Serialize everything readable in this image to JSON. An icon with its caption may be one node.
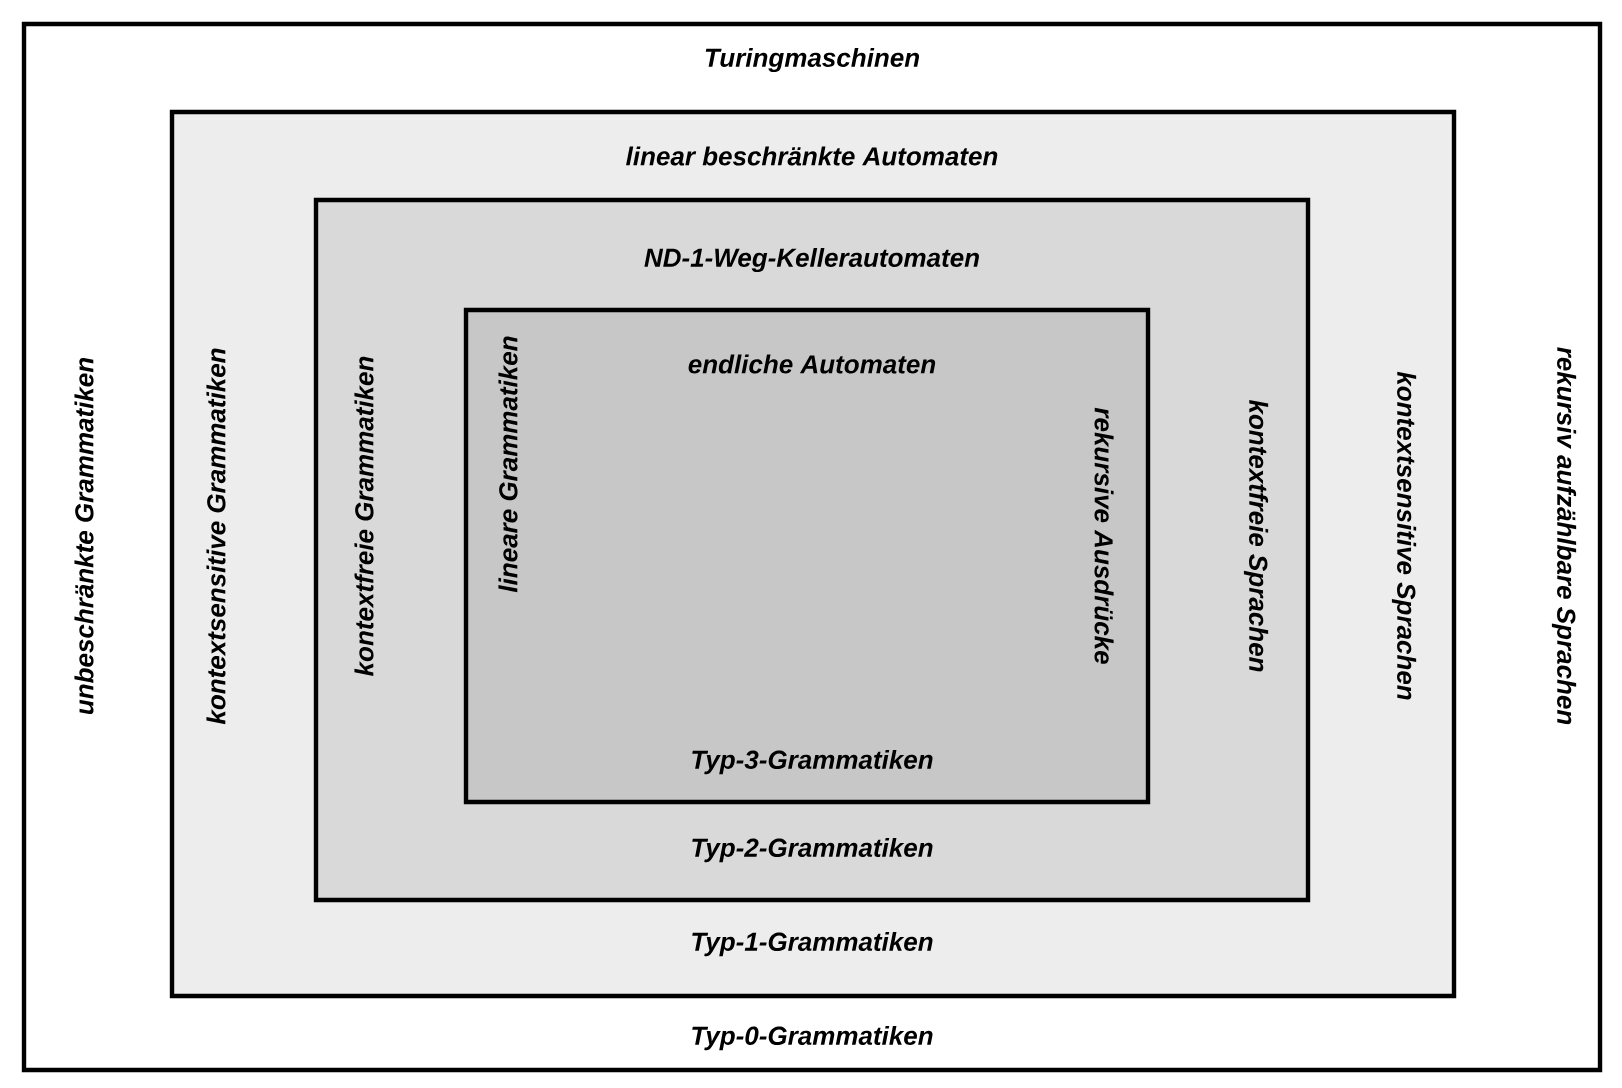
{
  "diagram": {
    "nodes": [
      {
        "text": [
          "Turingmaschinen",
          "Typ-0-Grammatiken",
          "unbeschränkte Grammatiken",
          "rekursiv aufzählbare Sprachen"
        ]
      },
      {
        "text": [
          "linear beschränkte Automaten",
          "Typ-1-Grammatiken",
          "kontextsensitive Grammatiken",
          "kontextsensitive Sprachen"
        ],
        "in": 0
      },
      {
        "text": [
          "ND-1-Weg-Kellerautomaten",
          "Typ-2-Grammatiken",
          "kontextfreie Grammatiken",
          "kontextfreie Sprachen"
        ],
        "in": 1
      },
      {
        "text": [
          "endliche Automaten",
          "Typ-3-Grammatiken",
          "lineare Grammatiken",
          "rekursive Ausdrücke"
        ],
        "in": 2
      }
    ]
  }
}
